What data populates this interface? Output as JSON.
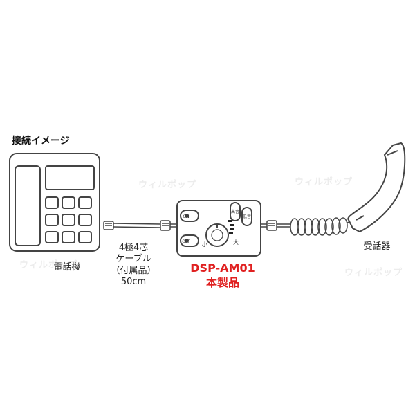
{
  "title": "接続イメージ",
  "phone_label": "電話機",
  "cable_label": [
    "4極4芯",
    "ケーブル",
    "（付属品）",
    "50cm"
  ],
  "product_label": [
    "DSP-AM01",
    "本製品"
  ],
  "handset_label": "受話器",
  "watermark": "ウィルポップ",
  "device_button_labels": [
    "ON",
    "OFF",
    "高音",
    "低音"
  ],
  "dial_labels": [
    "小",
    "大"
  ],
  "colors": {
    "line": "#444444",
    "product_text": "#e02020",
    "watermark": "#ececec"
  }
}
